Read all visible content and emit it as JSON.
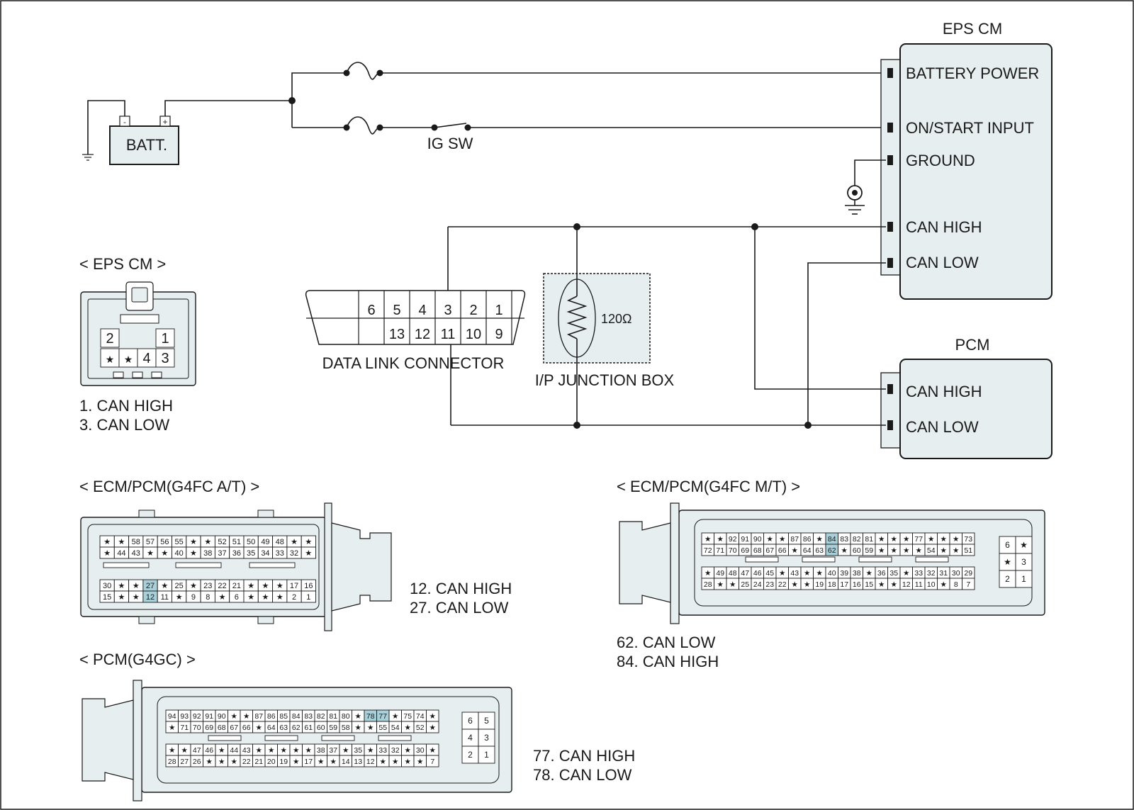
{
  "colors": {
    "background": "#ffffff",
    "module_fill": "#e6eef0",
    "pin_highlight": "#a9cfd8",
    "line": "#1a1a1a"
  },
  "schematic": {
    "battery": {
      "label": "BATT.",
      "neg": "-",
      "pos": "+"
    },
    "ig_switch": "IG SW",
    "eps_module": {
      "title": "EPS CM",
      "pins": [
        "BATTERY POWER",
        "ON/START INPUT",
        "GROUND",
        "CAN HIGH",
        "CAN LOW"
      ]
    },
    "pcm_module": {
      "title": "PCM",
      "pins": [
        "CAN HIGH",
        "CAN LOW"
      ]
    },
    "dlc": {
      "label": "DATA LINK CONNECTOR",
      "top_row": [
        "6",
        "5",
        "4",
        "3",
        "2",
        "1"
      ],
      "bottom_row": [
        "13",
        "12",
        "11",
        "10",
        "9"
      ]
    },
    "junction_box": {
      "label": "I/P JUNCTION BOX",
      "resistor": "120Ω"
    }
  },
  "connectors": {
    "eps_cm": {
      "title": "< EPS CM >",
      "row1": [
        "2",
        "1"
      ],
      "row2": [
        "★",
        "★",
        "4",
        "3"
      ],
      "legend": [
        "1. CAN HIGH",
        "3. CAN LOW"
      ]
    },
    "ecm_at": {
      "title": "< ECM/PCM(G4FC A/T) >",
      "rows": [
        [
          "★",
          "★",
          "58",
          "57",
          "56",
          "55",
          "★",
          "★",
          "52",
          "51",
          "50",
          "49",
          "48",
          "★",
          "★"
        ],
        [
          "★",
          "44",
          "43",
          "★",
          "★",
          "40",
          "★",
          "38",
          "37",
          "36",
          "35",
          "34",
          "33",
          "32",
          "★"
        ],
        [
          "30",
          "★",
          "★",
          "27",
          "★",
          "25",
          "★",
          "23",
          "22",
          "21",
          "★",
          "★",
          "★",
          "17",
          "16"
        ],
        [
          "15",
          "★",
          "★",
          "12",
          "11",
          "★",
          "9",
          "8",
          "★",
          "6",
          "★",
          "★",
          "★",
          "2",
          "1"
        ]
      ],
      "legend": [
        "12. CAN HIGH",
        "27. CAN LOW"
      ]
    },
    "ecm_mt": {
      "title": "< ECM/PCM(G4FC M/T) >",
      "rows": [
        [
          "★",
          "★",
          "92",
          "91",
          "90",
          "★",
          "★",
          "87",
          "86",
          "★",
          "84",
          "83",
          "82",
          "81",
          "★",
          "★",
          "★",
          "77",
          "★",
          "★",
          "★",
          "73"
        ],
        [
          "72",
          "71",
          "70",
          "69",
          "68",
          "67",
          "66",
          "★",
          "64",
          "63",
          "62",
          "★",
          "60",
          "59",
          "★",
          "★",
          "★",
          "★",
          "54",
          "★",
          "★",
          "51"
        ],
        [
          "★",
          "49",
          "48",
          "47",
          "46",
          "45",
          "★",
          "43",
          "★",
          "★",
          "40",
          "39",
          "38",
          "★",
          "36",
          "35",
          "★",
          "33",
          "32",
          "31",
          "30",
          "29"
        ],
        [
          "28",
          "★",
          "★",
          "25",
          "24",
          "23",
          "22",
          "★",
          "★",
          "19",
          "18",
          "17",
          "16",
          "15",
          "★",
          "★",
          "12",
          "11",
          "10",
          "★",
          "8",
          "7"
        ]
      ],
      "aux": [
        [
          "6",
          "★"
        ],
        [
          "★",
          "3"
        ],
        [
          "2",
          "1"
        ]
      ],
      "legend": [
        "62. CAN LOW",
        "84. CAN HIGH"
      ]
    },
    "pcm_g4gc": {
      "title": "< PCM(G4GC) >",
      "rows": [
        [
          "94",
          "93",
          "92",
          "91",
          "90",
          "★",
          "★",
          "87",
          "86",
          "85",
          "84",
          "83",
          "82",
          "81",
          "80",
          "★",
          "78",
          "77",
          "★",
          "75",
          "74",
          "★"
        ],
        [
          "★",
          "71",
          "70",
          "69",
          "68",
          "67",
          "66",
          "★",
          "64",
          "63",
          "62",
          "61",
          "60",
          "59",
          "58",
          "★",
          "★",
          "55",
          "54",
          "★",
          "52",
          "★"
        ],
        [
          "★",
          "★",
          "47",
          "46",
          "★",
          "44",
          "43",
          "★",
          "★",
          "★",
          "★",
          "★",
          "38",
          "37",
          "★",
          "35",
          "★",
          "33",
          "32",
          "★",
          "30",
          "★"
        ],
        [
          "28",
          "27",
          "26",
          "★",
          "★",
          "★",
          "22",
          "21",
          "20",
          "19",
          "★",
          "17",
          "★",
          "★",
          "14",
          "13",
          "12",
          "★",
          "★",
          "★",
          "★",
          "7"
        ]
      ],
      "aux": [
        [
          "6",
          "5"
        ],
        [
          "4",
          "3"
        ],
        [
          "2",
          "1"
        ]
      ],
      "legend": [
        "77. CAN HIGH",
        "78. CAN LOW"
      ]
    }
  }
}
